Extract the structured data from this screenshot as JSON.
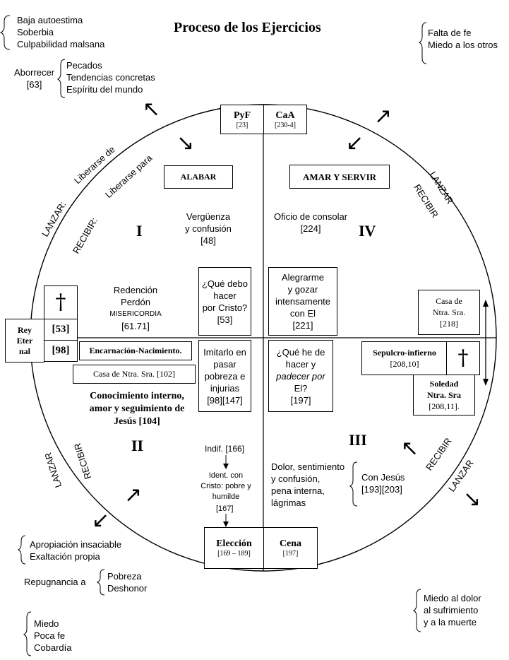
{
  "title": "Proceso de los Ejercicios",
  "top_left_notes": [
    "Baja autoestima",
    "Soberbia",
    "Culpabilidad malsana"
  ],
  "top_right_notes": [
    "Falta de fe",
    "Miedo a los otros"
  ],
  "aborrecer": {
    "label": "Aborrecer",
    "ref": "[63]",
    "items": [
      "Pecados",
      "Tendencias concretas",
      "Espíritu del mundo"
    ]
  },
  "bottom_left_notes": [
    "Apropiación insaciable",
    "Exaltación propia"
  ],
  "repugnancia": {
    "label": "Repugnancia a",
    "items": [
      "Pobreza",
      "Deshonor"
    ]
  },
  "bottom_far_left_notes": [
    "Miedo",
    "Poca fe",
    "Cobardía"
  ],
  "bottom_right_notes": [
    "Miedo al dolor",
    "al sufrimiento",
    "y a la muerte"
  ],
  "pyf": {
    "label": "PyF",
    "ref": "[23]"
  },
  "caa": {
    "label": "CaA",
    "ref": "[230-4]"
  },
  "alabar": "ALABAR",
  "amar_servir": "AMAR Y SERVIR",
  "liberarse_de": "Liberarse de",
  "liberarse_para": "Liberarse para",
  "lanzar": "LANZAR:",
  "recibir": "RECIBIR:",
  "lanzar_plain": "LANZAR",
  "recibir_plain": "RECIBIR",
  "quadrant_I": "I",
  "quadrant_II": "II",
  "quadrant_III": "III",
  "quadrant_IV": "IV",
  "verguenza": [
    "Vergüenza",
    "y confusión",
    "[48]"
  ],
  "oficio": [
    "Oficio de consolar",
    "[224]"
  ],
  "redencion": [
    "Redención",
    "Perdón",
    "MISERICORDIA",
    "[61.71]"
  ],
  "que_debo": [
    "¿Qué debo",
    "hacer",
    "por Cristo?",
    "[53]"
  ],
  "alegrarme": [
    "Alegrarme",
    "y gozar",
    "intensamente",
    "con El",
    "[221]"
  ],
  "casa_ntra_top": [
    "Casa de",
    "Ntra. Sra.",
    "[218]"
  ],
  "rey_eternal": [
    "Rey",
    "Eter",
    "nal"
  ],
  "ref_53": "[53]",
  "ref_98": "[98]",
  "encarnacion": "Encarnación-Nacimiento.",
  "casa_ntra_102": "Casa de Ntra. Sra. [102]",
  "imitarlo": [
    "Imitarlo en",
    "pasar",
    "pobreza e",
    "injurias",
    "[98][147]"
  ],
  "que_he": [
    "¿Qué he de",
    "hacer y",
    "padecer por",
    "El?",
    "[197]"
  ],
  "sepulcro": [
    "Sepulcro-infierno",
    "[208,10]"
  ],
  "soledad": [
    "Soledad",
    "Ntra. Sra",
    "[208,11]."
  ],
  "conocimiento": [
    "Conocimiento interno,",
    "amor y seguimiento de",
    "Jesús [104]"
  ],
  "indif": "Indif. [166]",
  "ident": [
    "Ident. con",
    "Cristo: pobre y",
    "humilde"
  ],
  "ref_167": "[167]",
  "dolor": [
    "Dolor, sentimiento",
    "y confusión,",
    "pena interna,",
    "lágrimas"
  ],
  "con_jesus": [
    "Con Jesús",
    "[193][203]"
  ],
  "eleccion": {
    "label": "Elección",
    "ref": "[169 – 189]"
  },
  "cena": {
    "label": "Cena",
    "ref": "[197]"
  },
  "cross_glyph": "†",
  "arrow_nw": "↖",
  "arrow_se": "↘",
  "arrow_ne": "↗",
  "arrow_sw": "↙"
}
